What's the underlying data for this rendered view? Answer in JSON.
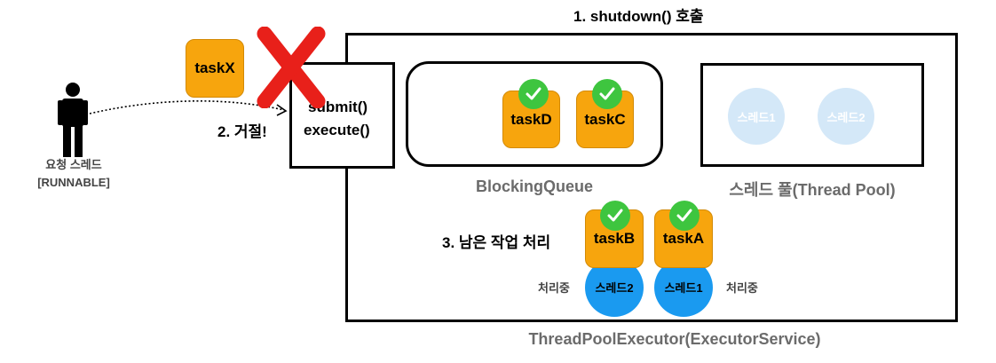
{
  "step1_label": "1. shutdown() 호출",
  "step2_label": "2. 거절!",
  "step3_label": "3. 남은 작업 처리",
  "request_thread": {
    "line1": "요청 스레드",
    "line2": "[RUNNABLE]"
  },
  "rejected_task": "taskX",
  "api_methods": {
    "submit": "submit()",
    "execute": "execute()"
  },
  "queue": {
    "label": "BlockingQueue",
    "tasks": [
      "taskD",
      "taskC"
    ]
  },
  "pool": {
    "label": "스레드 풀(Thread Pool)",
    "threads": [
      "스레드1",
      "스레드2"
    ]
  },
  "processing": {
    "tasks": [
      "taskB",
      "taskA"
    ],
    "threads": [
      "스레드2",
      "스레드1"
    ],
    "status_left": "처리중",
    "status_right": "처리중"
  },
  "executor_label": "ThreadPoolExecutor(ExecutorService)",
  "colors": {
    "task": "#f7a50d",
    "check": "#3ec53f",
    "thread_busy": "#1a9af0",
    "thread_idle": "#d4e8f8",
    "reject": "#e8201a"
  }
}
